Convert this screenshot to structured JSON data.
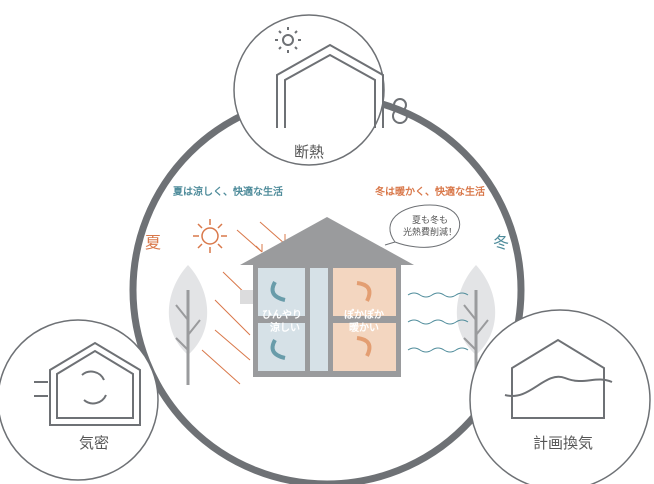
{
  "circles": {
    "top": "断熱",
    "left": "気密",
    "right": "計画換気"
  },
  "captions": {
    "summer": "夏は涼しく、快適な生活",
    "winter": "冬は暖かく、快適な生活"
  },
  "seasons": {
    "summer": "夏",
    "winter": "冬"
  },
  "bubble": {
    "line1": "夏も冬も",
    "line2": "光熱費削減！"
  },
  "rooms": {
    "cool_line1": "ひんやり",
    "cool_line2": "涼しい",
    "warm_line1": "ぽかぽか",
    "warm_line2": "暖かい"
  },
  "colors": {
    "ring": "#6e7175",
    "teal": "#4f8c9b",
    "orange": "#d9784a",
    "cool": "#d6e1e7",
    "warm": "#f3d6c0",
    "house": "#9a9b9d"
  }
}
